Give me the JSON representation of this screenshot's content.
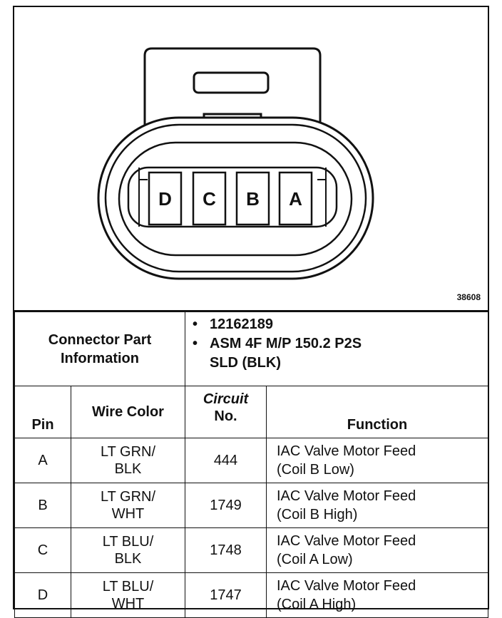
{
  "figure_id": "38608",
  "connector": {
    "cavities": [
      "D",
      "C",
      "B",
      "A"
    ]
  },
  "part_info": {
    "label_line1": "Connector Part",
    "label_line2": "Information",
    "items": [
      "12162189",
      "ASM 4F M/P 150.2 P2S",
      "SLD (BLK)"
    ]
  },
  "table": {
    "headers": {
      "pin": "Pin",
      "wire_color": "Wire Color",
      "circuit_line1": "Circuit",
      "circuit_line2": "No.",
      "function": "Function"
    },
    "rows": [
      {
        "pin": "A",
        "wire1": "LT GRN/",
        "wire2": "BLK",
        "circuit": "444",
        "func1": "IAC Valve Motor Feed",
        "func2": "(Coil B Low)"
      },
      {
        "pin": "B",
        "wire1": "LT GRN/",
        "wire2": "WHT",
        "circuit": "1749",
        "func1": "IAC Valve Motor Feed",
        "func2": "(Coil B High)"
      },
      {
        "pin": "C",
        "wire1": "LT BLU/",
        "wire2": "BLK",
        "circuit": "1748",
        "func1": "IAC Valve Motor Feed",
        "func2": "(Coil A Low)"
      },
      {
        "pin": "D",
        "wire1": "LT BLU/",
        "wire2": "WHT",
        "circuit": "1747",
        "func1": "IAC Valve Motor Feed",
        "func2": "(Coil A High)"
      }
    ]
  }
}
